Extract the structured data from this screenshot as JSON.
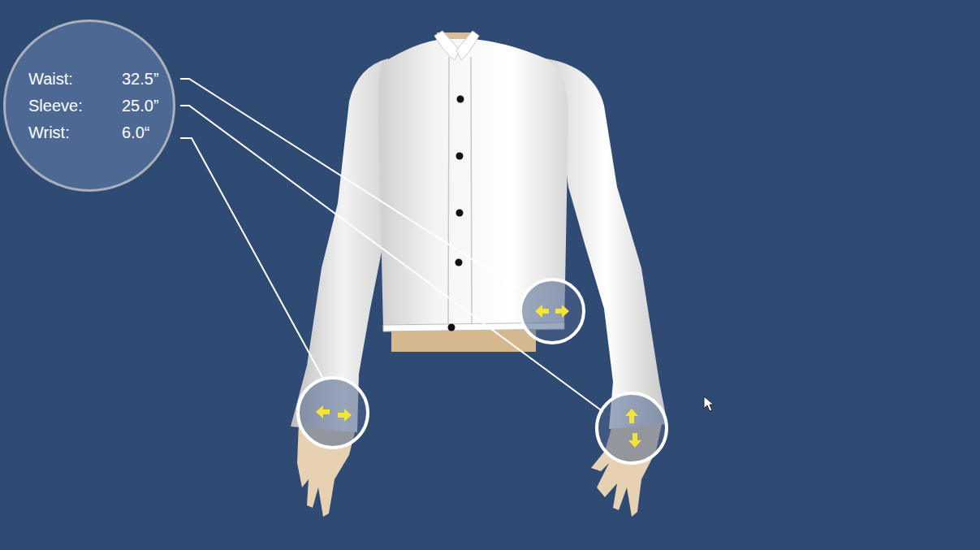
{
  "diagram": {
    "nodes": [
      {
        "text": [
          "Waist:",
          "32.5”",
          "Sleeve:",
          "25.0”",
          "Wrist:",
          "6.0“"
        ]
      }
    ]
  }
}
